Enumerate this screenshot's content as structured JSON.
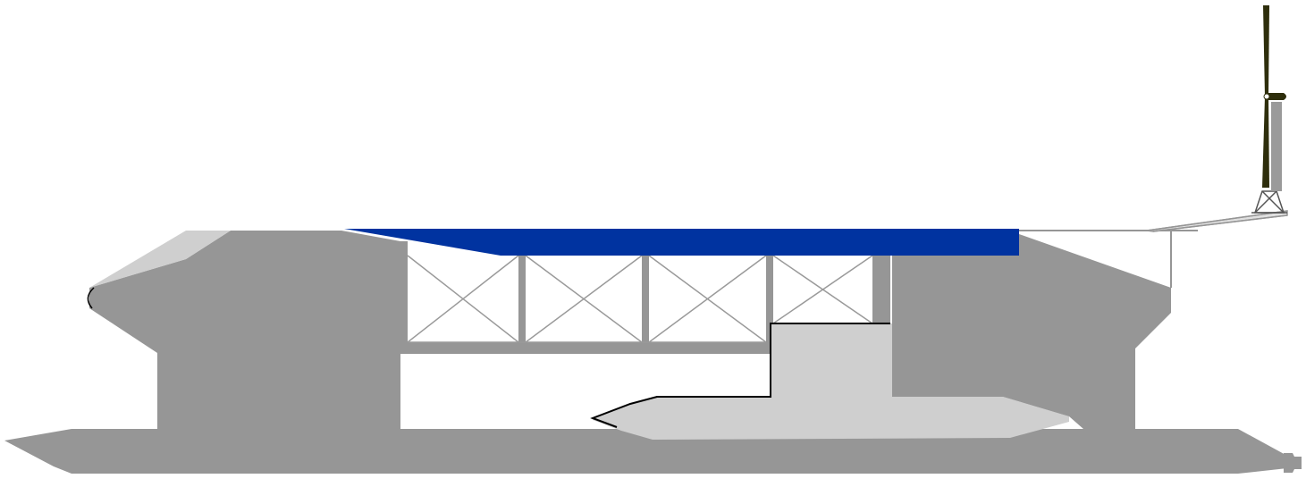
{
  "diagram": {
    "colors": {
      "background": "#ffffff",
      "hull_dark": "#969696",
      "hull_light": "#cfcfcf",
      "deck_blue": "#0033a0",
      "truss_line": "#9a9a9a",
      "outline": "#000000",
      "turbine_blade": "#2e2e0c",
      "turbine_tower": "#9a9a9a"
    },
    "components": {
      "main_hull": "main-hull",
      "bow_section": "bow-section",
      "deck": "deck",
      "truss_frame": "truss-frame",
      "submersible_vessel": "submersible-vessel",
      "stern_section": "stern-section",
      "wind_turbine": "wind-turbine",
      "propeller": "propeller-icon"
    }
  }
}
